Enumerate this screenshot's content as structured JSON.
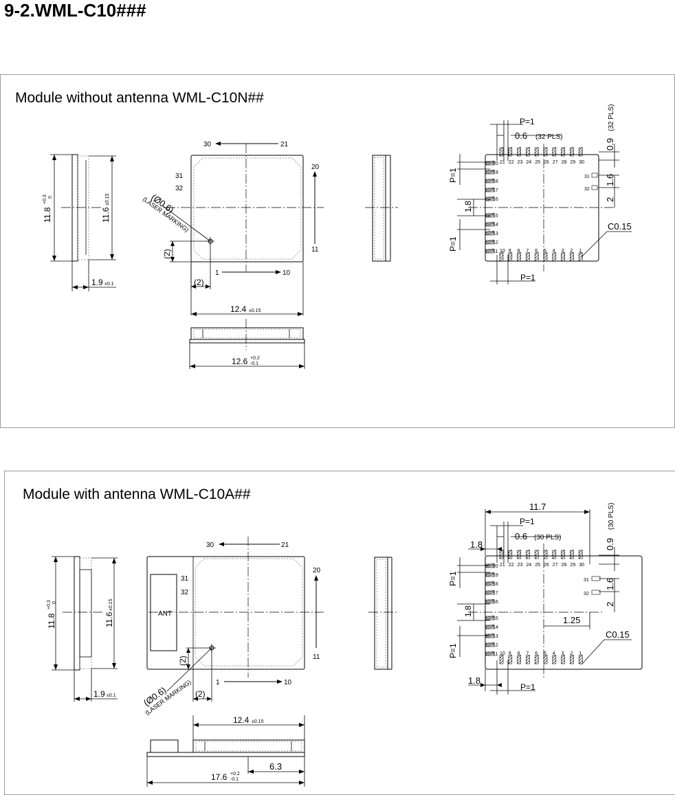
{
  "page_title": "9-2.WML-C10###",
  "panel_top": {
    "title": "Module without antenna WML-C10N##",
    "side_height": "11.8",
    "side_height_tol_upper": "+0.3",
    "side_height_tol_lower": "0",
    "side_inner": "11.6",
    "side_inner_tol": "±0.15",
    "thickness": "1.9",
    "thickness_tol": "±0.1",
    "pin_30": "30",
    "pin_21": "21",
    "pin_20": "20",
    "pin_11": "11",
    "pin_1": "1",
    "pin_10": "10",
    "pin_31": "31",
    "pin_32": "32",
    "marking_dia": "(Ø0.6)",
    "marking_label": "(LASER MARKING)",
    "offset_v": "(2)",
    "offset_h": "(2)",
    "width": "12.4",
    "width_tol": "±0.15",
    "base_width": "12.6",
    "base_tol_upper": "+0.2",
    "base_tol_lower": "-0.1",
    "pitch_label": "P=1",
    "pad_width": "0.6",
    "pad_count": "(32 PLS)",
    "pad_len": "0.9",
    "pad_len_count": "(32 PLS)",
    "dim_16": "1.6",
    "dim_2": "2",
    "dim_18": "1.8",
    "chamfer": "C0.15"
  },
  "panel_bottom": {
    "title": "Module with antenna WML-C10A##",
    "side_height": "11.8",
    "side_height_tol_upper": "+0.3",
    "side_height_tol_lower": "0",
    "side_inner": "11.6",
    "side_inner_tol": "±0.15",
    "thickness": "1.9",
    "thickness_tol": "±0.1",
    "ant_label": "ANT",
    "pin_30": "30",
    "pin_21": "21",
    "pin_20": "20",
    "pin_11": "11",
    "pin_1": "1",
    "pin_10": "10",
    "pin_31": "31",
    "pin_32": "32",
    "marking_dia": "(Ø0.6)",
    "marking_label": "(LASER MARKING)",
    "offset_v": "(2)",
    "offset_h": "(2)",
    "width": "12.4",
    "width_tol": "±0.15",
    "base_width": "17.6",
    "base_tol_upper": "+0.2",
    "base_tol_lower": "-0.1",
    "ant_width": "6.3",
    "overall_width": "11.7",
    "pitch_label": "P=1",
    "pad_width": "0.6",
    "pad_count": "(30 PLS)",
    "pad_len": "0.9",
    "pad_len_count": "(30 PLS)",
    "dim_16": "1.6",
    "dim_2": "2",
    "dim_18": "1.8",
    "dim_125": "1.25",
    "chamfer": "C0.15"
  },
  "pin_numbers": {
    "top_row": [
      "21",
      "22",
      "23",
      "24",
      "25",
      "26",
      "27",
      "28",
      "29",
      "30"
    ],
    "left_col": [
      "20",
      "19",
      "18",
      "17",
      "16",
      "15",
      "14",
      "13",
      "12",
      "11"
    ],
    "bottom_row": [
      "10",
      "9",
      "8",
      "7",
      "6",
      "5",
      "4",
      "3",
      "2",
      "1"
    ]
  }
}
